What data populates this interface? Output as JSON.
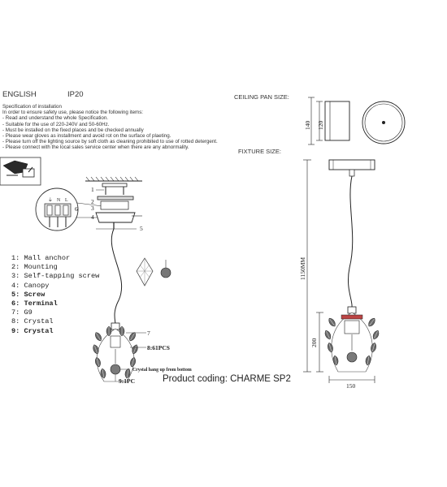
{
  "header": {
    "language": "ENGLISH",
    "ip_rating": "IP20",
    "ceiling_pan_label": "CEILING PAN  SIZE:",
    "fixture_label": "FIXTURE SIZE:"
  },
  "specification": {
    "title": "Specification of installation",
    "lines": [
      "In order to ensure safety use, please notice the following items:",
      "- Read and understand the whole Specification.",
      "- Suitable for the use of 220-240V and 50-60Hz.",
      "- Must be installed on the fixed places and be checked annually",
      "- Please wear gloves as installment and avoid rot on the surface of plaeting.",
      "- Please turn off the lighting source by soft cloth as cleaning prohibited to use of rotted detergent.",
      "- Please connect with the local sales service center when there are any abnormality."
    ]
  },
  "parts": [
    {
      "label": "1: Mall anchor",
      "bold": false
    },
    {
      "label": "2: Mounting",
      "bold": false
    },
    {
      "label": "3: Self-tapping screw",
      "bold": false
    },
    {
      "label": "4: Canopy",
      "bold": false
    },
    {
      "label": "5: Screw",
      "bold": true
    },
    {
      "label": "6: Terminal",
      "bold": true
    },
    {
      "label": "7: G9",
      "bold": false
    },
    {
      "label": "8: Crystal",
      "bold": false
    },
    {
      "label": "9: Crystal",
      "bold": true
    }
  ],
  "callouts": {
    "c1": "1",
    "c2": "2",
    "c3": "3",
    "c4": "4",
    "c5": "5",
    "c6": "6",
    "c7": "7",
    "c8": "8:61PCS",
    "c9": "9:1PC",
    "crystal_note": "Crystal hang up from bottom"
  },
  "terminal_labels": {
    "earth": "⏚",
    "n": "N",
    "l": "L"
  },
  "dimensions": {
    "pan_height_outer": "140",
    "pan_height_inner": "120",
    "fixture_total_height": "1150MM",
    "shade_height": "200",
    "shade_width": "150"
  },
  "product_coding": "Product coding: CHARME SP2"
}
